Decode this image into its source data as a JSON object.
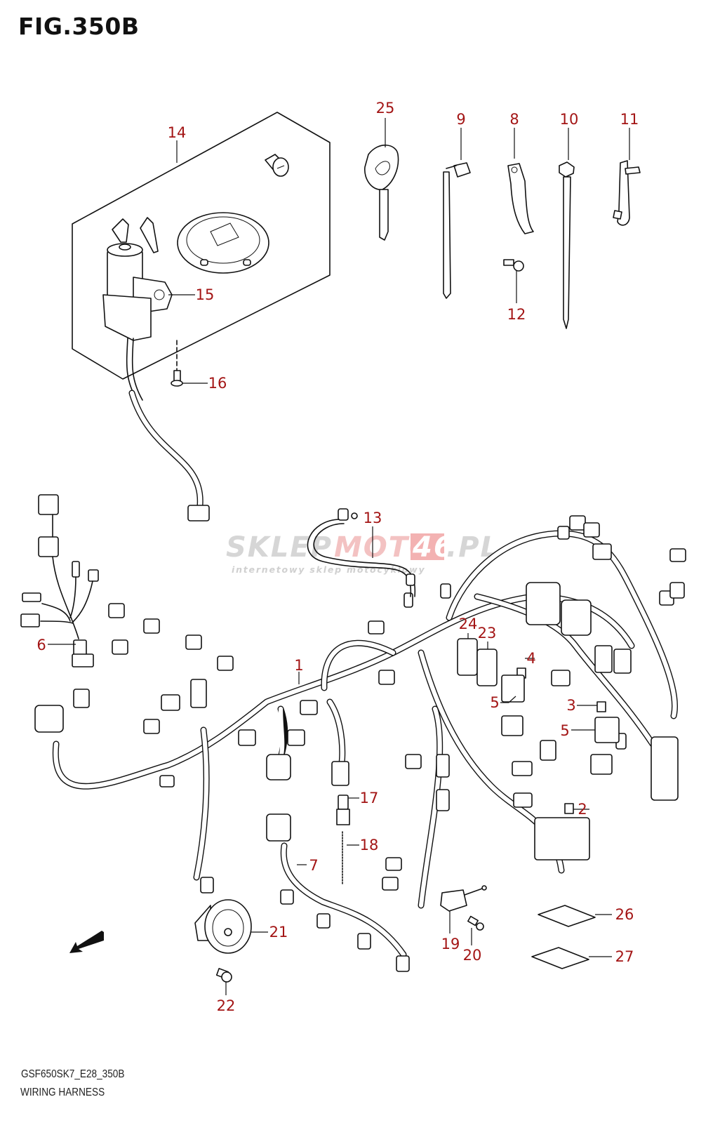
{
  "figure": {
    "title": "FIG.350B",
    "model_code": "GSF650SK7_E28_350B",
    "name": "WIRING HARNESS"
  },
  "watermark": {
    "brand_left": "SKLEP",
    "brand_mid": "MOTO",
    "brand_num": "46",
    "brand_tld": ".PL",
    "tagline": "internetowy sklep motocyklowy"
  },
  "colors": {
    "callout": "#a31515",
    "line": "#111111",
    "watermark_grey": "#c8c8c8",
    "watermark_red": "#f2b8b8"
  },
  "direction_arrow": {
    "icon": "front-direction-arrow",
    "direction": "down-left"
  },
  "callouts": [
    {
      "number": "1",
      "part": "main-wiring-harness"
    },
    {
      "number": "2",
      "part": "fuse"
    },
    {
      "number": "3",
      "part": "fuse"
    },
    {
      "number": "4",
      "part": "fuse"
    },
    {
      "number": "5",
      "part": "fuse-holder"
    },
    {
      "number": "5",
      "part": "fuse-holder"
    },
    {
      "number": "6",
      "part": "sub-harness"
    },
    {
      "number": "7",
      "part": "sub-harness-rear"
    },
    {
      "number": "8",
      "part": "clamp"
    },
    {
      "number": "9",
      "part": "cable-tie-mount"
    },
    {
      "number": "10",
      "part": "cable-tie"
    },
    {
      "number": "11",
      "part": "clamp-clip"
    },
    {
      "number": "12",
      "part": "screw"
    },
    {
      "number": "13",
      "part": "lead-wire"
    },
    {
      "number": "14",
      "part": "lock-set"
    },
    {
      "number": "15",
      "part": "ignition-switch"
    },
    {
      "number": "16",
      "part": "bolt"
    },
    {
      "number": "17",
      "part": "stop-switch"
    },
    {
      "number": "18",
      "part": "spring"
    },
    {
      "number": "19",
      "part": "side-stand-switch"
    },
    {
      "number": "20",
      "part": "screw"
    },
    {
      "number": "21",
      "part": "horn"
    },
    {
      "number": "22",
      "part": "bolt"
    },
    {
      "number": "23",
      "part": "relay"
    },
    {
      "number": "24",
      "part": "relay"
    },
    {
      "number": "25",
      "part": "key"
    },
    {
      "number": "26",
      "part": "pad"
    },
    {
      "number": "27",
      "part": "pad"
    }
  ]
}
